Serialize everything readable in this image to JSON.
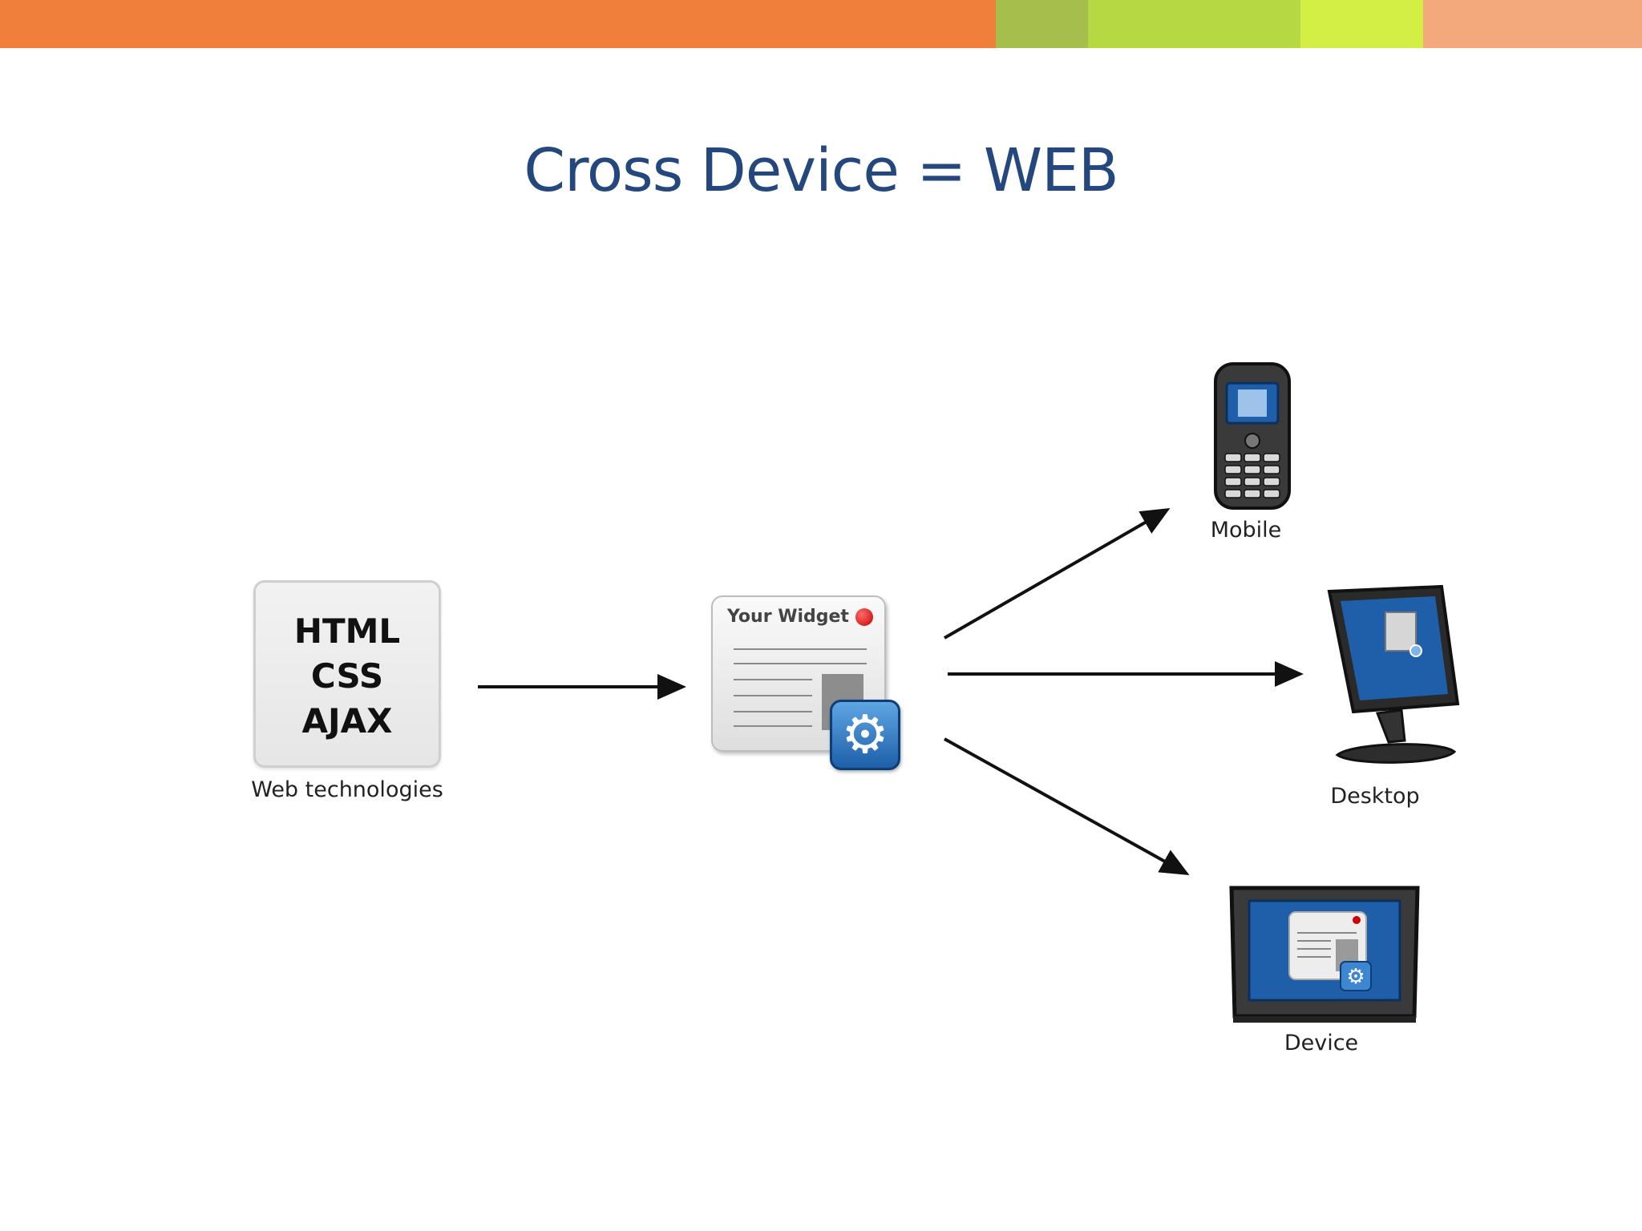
{
  "slide": {
    "title": "Cross Device = WEB",
    "top_bar_colors": [
      "#f07f3c",
      "#a5be4c",
      "#b6d843",
      "#d3ef45",
      "#f3a97c"
    ]
  },
  "diagram": {
    "source": {
      "lines": [
        "HTML",
        "CSS",
        "AJAX"
      ],
      "caption": "Web technologies"
    },
    "widget": {
      "title": "Your Widget",
      "icon": "gear-icon"
    },
    "targets": [
      {
        "label": "Mobile",
        "icon": "mobile-phone-icon"
      },
      {
        "label": "Desktop",
        "icon": "desktop-monitor-icon"
      },
      {
        "label": "Device",
        "icon": "tv-device-icon"
      }
    ],
    "colors": {
      "title": "#24487e",
      "screen_blue": "#1f5ea8",
      "arrow": "#111111"
    }
  }
}
